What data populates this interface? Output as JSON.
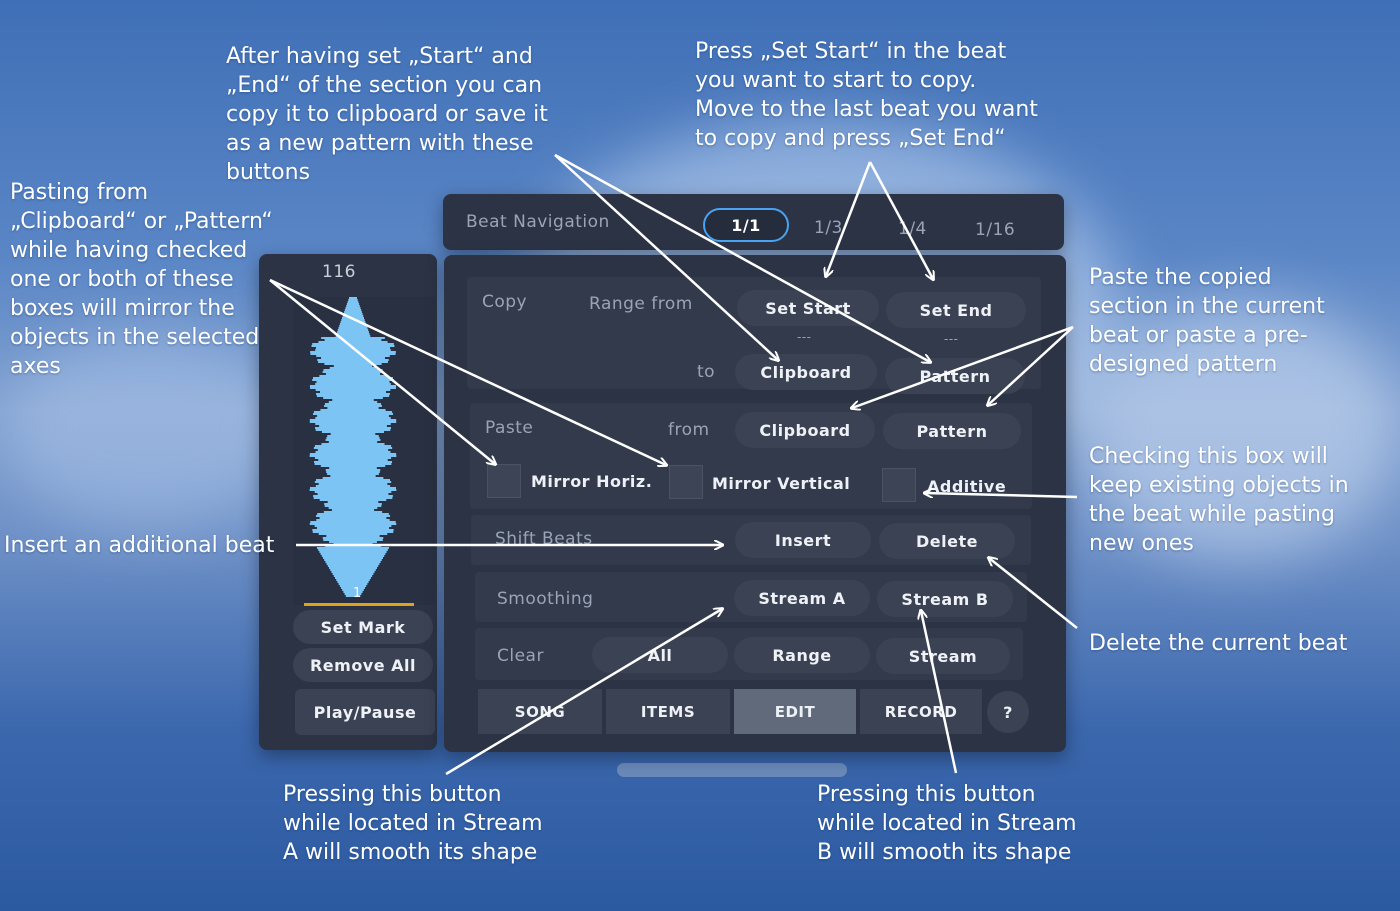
{
  "annotations": {
    "copy_buttons": "After having set „Start“ and\n„End“ of the section you can\ncopy it to clipboard or save it\nas a new pattern with these\nbuttons",
    "set_start_end": "Press „Set Start“ in the beat\nyou want to start to copy.\nMove to the last beat you want\nto copy and press „Set End“",
    "mirror": "Pasting from\n„Clipboard“ or „Pattern“\nwhile having checked\none or both of these\nboxes will mirror the\nobjects in the selected\naxes",
    "paste": "Paste the copied\nsection in the current\nbeat or paste a pre-\ndesigned pattern",
    "additive": "Checking this box will\nkeep existing objects in\nthe beat while pasting\nnew ones",
    "insert": "Insert an additional beat",
    "delete": "Delete the current beat",
    "stream_a": "Pressing this button\nwhile located in Stream\nA will smooth its shape",
    "stream_b": "Pressing this button\nwhile located in Stream\nB will smooth its shape"
  },
  "left_panel": {
    "bpm": "116",
    "marker": "1",
    "set_mark": "Set Mark",
    "remove_all": "Remove All",
    "play_pause": "Play/Pause"
  },
  "beat_nav": {
    "label": "Beat Navigation",
    "options": [
      "1/1",
      "1/3",
      "1/4",
      "1/16"
    ],
    "selected": "1/1"
  },
  "copy": {
    "label": "Copy",
    "range_from": "Range from",
    "set_start": "Set Start",
    "set_end": "Set End",
    "start_value": "---",
    "end_value": "---",
    "to": "to",
    "clipboard": "Clipboard",
    "pattern": "Pattern"
  },
  "paste": {
    "label": "Paste",
    "from": "from",
    "clipboard": "Clipboard",
    "pattern": "Pattern",
    "mirror_horiz": "Mirror Horiz.",
    "mirror_vertical": "Mirror Vertical",
    "additive": "Additive"
  },
  "shift": {
    "label": "Shift Beats",
    "insert": "Insert",
    "delete": "Delete"
  },
  "smoothing": {
    "label": "Smoothing",
    "stream_a": "Stream A",
    "stream_b": "Stream B"
  },
  "clear": {
    "label": "Clear",
    "all": "All",
    "range": "Range",
    "stream": "Stream"
  },
  "tabs": [
    "SONG",
    "ITEMS",
    "EDIT",
    "RECORD"
  ],
  "active_tab": "EDIT",
  "help": "?",
  "colors": {
    "waveform": "#7cc4f4",
    "marker_line": "#e0a21a",
    "panel": "#2b3345",
    "button": "#3a4253"
  }
}
